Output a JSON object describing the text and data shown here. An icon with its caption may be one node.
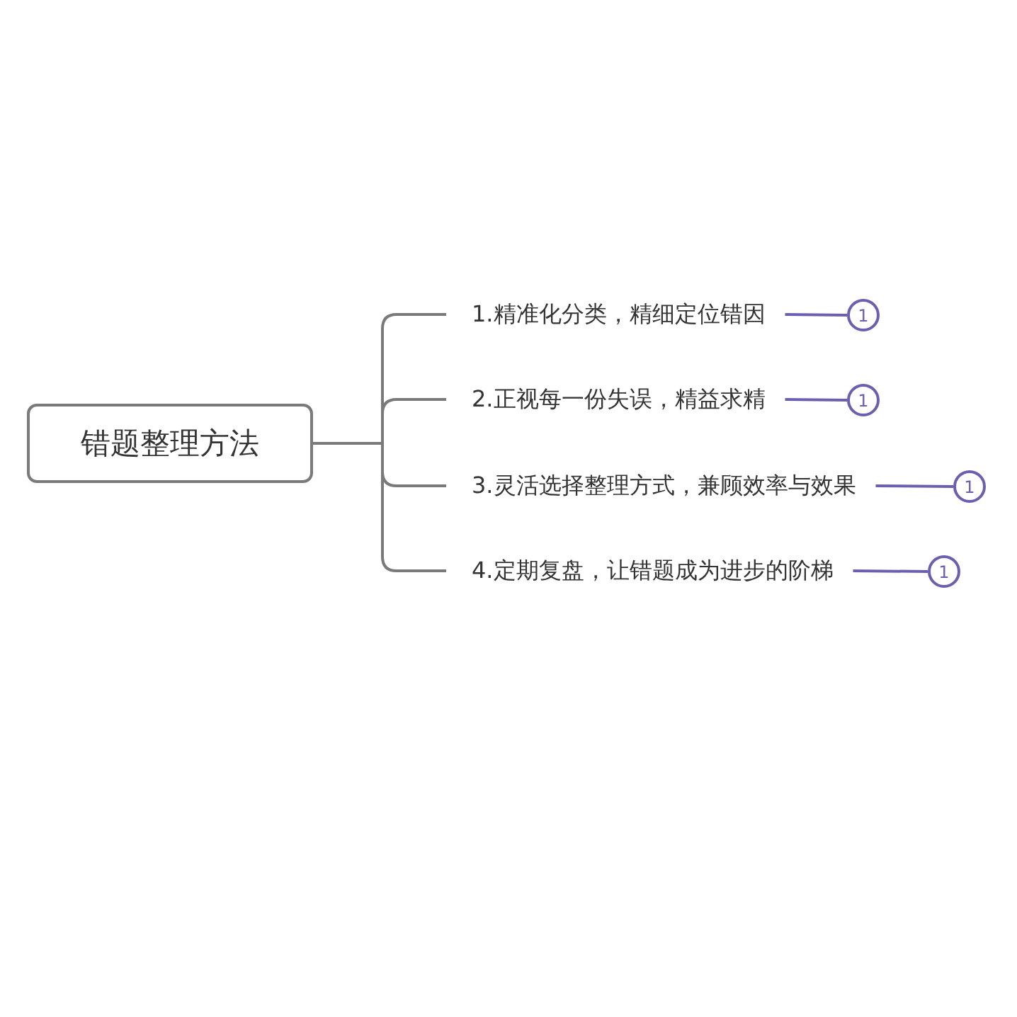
{
  "diagram": {
    "nodes": [
      {
        "text": [
          "错题整理方法"
        ]
      },
      {
        "text": [
          "1.精准化分类，精细定位错因"
        ]
      },
      {
        "text": [
          "2.正视每一份失误，精益求精"
        ]
      },
      {
        "text": [
          "3.灵活选择整理方式，兼顾效率与效果"
        ]
      },
      {
        "text": [
          "4.定期复盘，让错题成为进步的阶梯"
        ]
      },
      {
        "text": [
          "1"
        ]
      },
      {
        "text": [
          "1"
        ]
      },
      {
        "text": [
          "1"
        ]
      },
      {
        "text": [
          "1"
        ]
      }
    ],
    "edges": [
      {
        "from": 0,
        "to": 1,
        "arrow": "none"
      },
      {
        "from": 0,
        "to": 2,
        "arrow": "none"
      },
      {
        "from": 0,
        "to": 3,
        "arrow": "none"
      },
      {
        "from": 0,
        "to": 4,
        "arrow": "none"
      },
      {
        "from": 1,
        "to": 5,
        "arrow": "none"
      },
      {
        "from": 2,
        "to": 6,
        "arrow": "none"
      },
      {
        "from": 3,
        "to": 7,
        "arrow": "none"
      },
      {
        "from": 4,
        "to": 8,
        "arrow": "none"
      }
    ]
  }
}
